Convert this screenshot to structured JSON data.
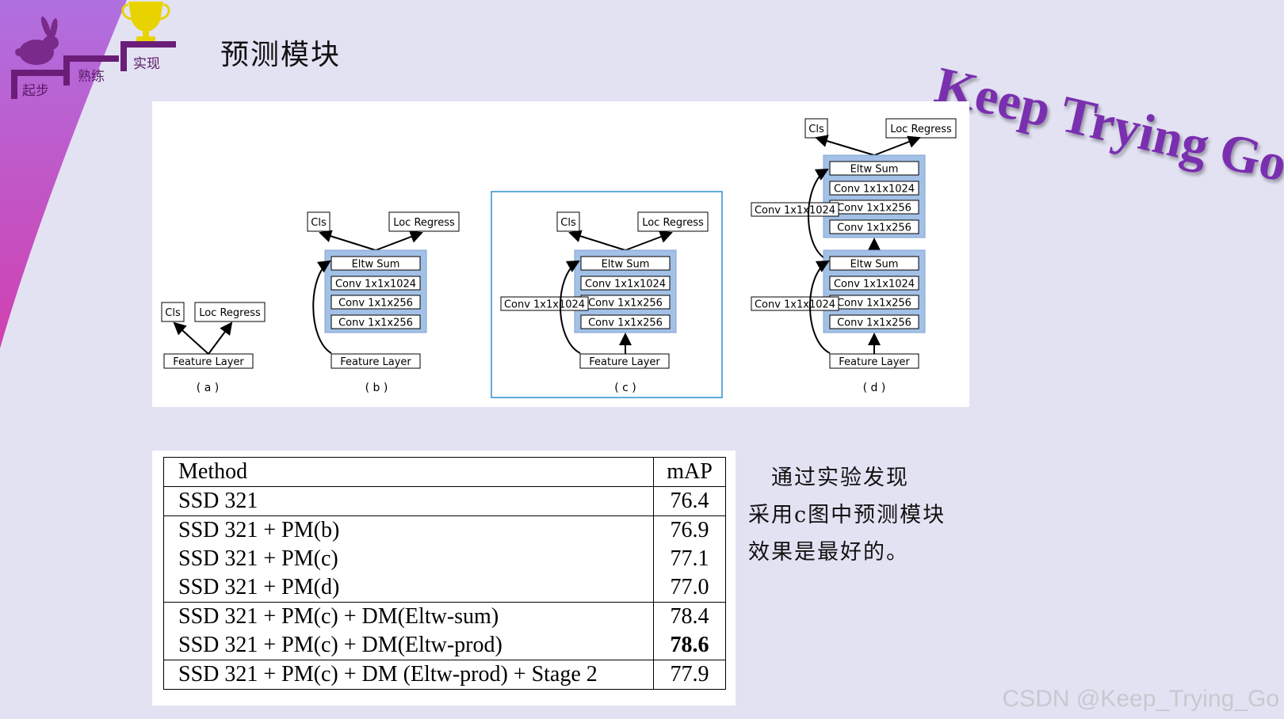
{
  "slide": {
    "title": "预测模块",
    "brand": "Keep Trying Go",
    "watermark": "CSDN @Keep_Trying_Go"
  },
  "logo": {
    "steps": [
      "起步",
      "熟练",
      "实现"
    ],
    "icons": [
      "rabbit-icon",
      "trophy-icon"
    ]
  },
  "figure": {
    "common": {
      "cls": "Cls",
      "loc": "Loc Regress",
      "feature": "Feature Layer",
      "eltw": "Eltw Sum",
      "conv1024": "Conv 1x1x1024",
      "conv256": "Conv 1x1x256"
    },
    "captions": [
      "( a )",
      "( b )",
      "( c )",
      "( d )"
    ],
    "highlighted": "c"
  },
  "table": {
    "header": {
      "method": "Method",
      "map": "mAP"
    },
    "rows": [
      {
        "method": "SSD 321",
        "map": "76.4",
        "bold": false,
        "group_start": true
      },
      {
        "method": "SSD 321 + PM(b)",
        "map": "76.9",
        "bold": false,
        "group_start": true
      },
      {
        "method": "SSD 321 + PM(c)",
        "map": "77.1",
        "bold": false,
        "group_start": false
      },
      {
        "method": "SSD 321 + PM(d)",
        "map": "77.0",
        "bold": false,
        "group_start": false
      },
      {
        "method": "SSD 321 + PM(c) + DM(Eltw-sum)",
        "map": "78.4",
        "bold": false,
        "group_start": true
      },
      {
        "method": "SSD 321 + PM(c) + DM(Eltw-prod)",
        "map": "78.6",
        "bold": true,
        "group_start": false
      },
      {
        "method": "SSD 321 + PM(c) + DM (Eltw-prod) + Stage 2",
        "map": "77.9",
        "bold": false,
        "group_start": true
      }
    ]
  },
  "note": {
    "lines": [
      "　通过实验发现",
      "采用c图中预测模块",
      "效果是最好的。"
    ]
  },
  "colors": {
    "background": "#e3e2f3",
    "accent_purple": "#7a2fb0",
    "module_blue": "#a3c1e6",
    "highlight_box": "#2f8fd0",
    "trophy": "#e8d300"
  }
}
